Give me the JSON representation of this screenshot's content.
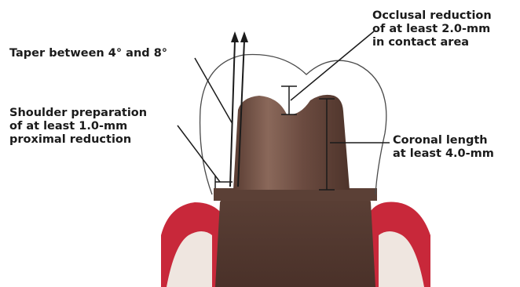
{
  "labels": {
    "taper": [
      "Taper between 4° and 8°"
    ],
    "shoulder": [
      "Shoulder preparation",
      "of at least 1.0-mm",
      "proximal reduction"
    ],
    "occlusal": [
      "Occlusal reduction",
      "of at least 2.0-mm",
      "in contact area"
    ],
    "coronal": [
      "Coronal length",
      "at least 4.0-mm"
    ]
  },
  "colors": {
    "tooth": "#6b4b40",
    "tooth_light": "#8a685a",
    "gum": "#c8283a",
    "bone": "#efe6e0",
    "line": "#1b1b1b",
    "outline": "#4a4a4a"
  }
}
